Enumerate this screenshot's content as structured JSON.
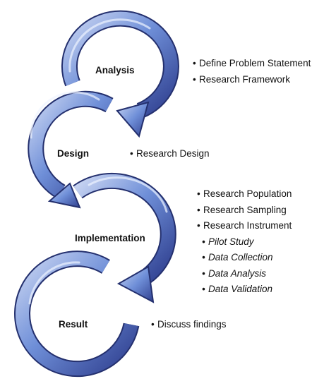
{
  "colors": {
    "arrow_light": "#c9d5f2",
    "arrow_mid": "#6f8fd8",
    "arrow_dark": "#2f3f8f",
    "arrow_outline": "#24306e"
  },
  "stages": [
    {
      "label": "Analysis",
      "bullets": [
        {
          "text": "Define Problem Statement",
          "italic": false
        },
        {
          "text": "Research Framework",
          "italic": false
        }
      ]
    },
    {
      "label": "Design",
      "bullets": [
        {
          "text": "Research Design",
          "italic": false
        }
      ]
    },
    {
      "label": "Implementation",
      "bullets": [
        {
          "text": "Research Population",
          "italic": false
        },
        {
          "text": "Research Sampling",
          "italic": false
        },
        {
          "text": "Research Instrument",
          "italic": false
        },
        {
          "text": "Pilot Study",
          "italic": true
        },
        {
          "text": "Data Collection",
          "italic": true
        },
        {
          "text": "Data Analysis",
          "italic": true
        },
        {
          "text": "Data Validation",
          "italic": true
        }
      ]
    },
    {
      "label": "Result",
      "bullets": [
        {
          "text": "Discuss findings",
          "italic": false
        }
      ]
    }
  ]
}
